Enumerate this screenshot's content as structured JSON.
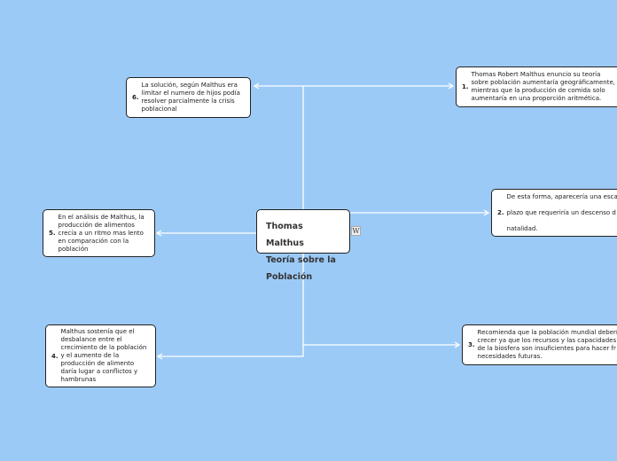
{
  "central_topic": {
    "title": "Thomas Malthus\nTeoría sobre la\nPoblación",
    "icon": "wikipedia-icon",
    "icon_glyph": "W"
  },
  "nodes": [
    {
      "number": "1.",
      "text": "Thomas Robert Malthus enuncio su teoría\nsobre población aumentaría geográficamente,\nmientras que la producción de comida solo\naumentaría en una proporción aritmética."
    },
    {
      "number": "2.",
      "text": "De esta forma, aparecería una esca\n\nplazo que requeriría un descenso d\n\nnatalidad."
    },
    {
      "number": "3.",
      "text": "Recomienda que la población mundial deberí\ncrecer ya que los recursos y las capacidades\nde la biosfera son insuficientes para hacer fr\nnecesidades futuras."
    },
    {
      "number": "4.",
      "text": "Malthus sostenía que el\ndesbalance entre el\ncrecimiento de la población\ny el aumento de la\nproducción de alimento\ndaría lugar a conflictos y\nhambrunas"
    },
    {
      "number": "5.",
      "text": "En el análisis de Malthus, la\nproducción de alimentos\ncrecía a un ritmo mas lento\nen comparación con la\npoblación"
    },
    {
      "number": "6.",
      "text": "La solución, según Malthus era\nlimitar el numero de hijos podía\nresolver parcialmente la crisis\npoblacional"
    }
  ],
  "colors": {
    "background": "#9ccaf6",
    "connector": "#ffffff",
    "node_fill": "#ffffff",
    "node_border": "#222222"
  }
}
